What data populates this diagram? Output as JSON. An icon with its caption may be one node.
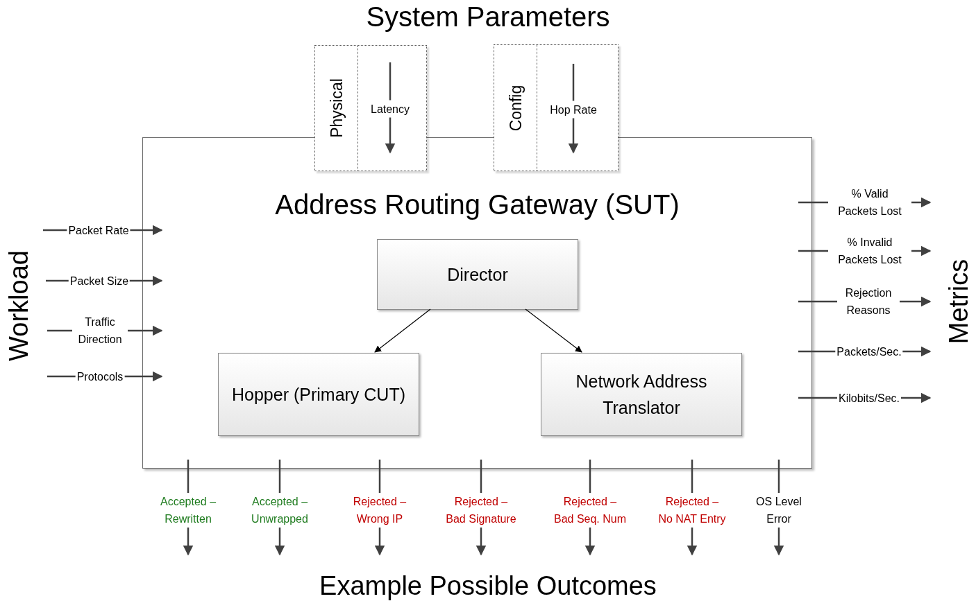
{
  "diagram": {
    "title": "System Parameters",
    "nodes": [
      {
        "text": [
          "Address Routing Gateway (SUT)"
        ]
      },
      {
        "text": [
          "Director"
        ],
        "in": 0
      },
      {
        "text": [
          "Hopper (Primary CUT)"
        ],
        "in": 0
      },
      {
        "text": [
          "Network Address Translator"
        ],
        "in": 0
      },
      {
        "text": [
          "Physical"
        ]
      },
      {
        "text": [
          "Config"
        ]
      }
    ],
    "edges": [
      {
        "from": 1,
        "to": 2,
        "arrow": "to",
        "color": "#000000"
      },
      {
        "from": 1,
        "to": 3,
        "arrow": "to",
        "color": "#000000"
      },
      {
        "from": 4,
        "to": 0,
        "arrow": "to",
        "label": "Latency"
      },
      {
        "from": 5,
        "to": 0,
        "arrow": "to",
        "label": "Hop Rate"
      },
      {
        "from": null,
        "to": 0,
        "arrow": "to",
        "label": "Packet Rate"
      },
      {
        "from": null,
        "to": 0,
        "arrow": "to",
        "label": "Packet Size"
      },
      {
        "from": null,
        "to": 0,
        "arrow": "to",
        "label": "Traffic Direction"
      },
      {
        "from": null,
        "to": 0,
        "arrow": "to",
        "label": "Protocols"
      },
      {
        "from": 0,
        "to": null,
        "arrow": "to",
        "label": "% Valid Packets Lost"
      },
      {
        "from": 0,
        "to": null,
        "arrow": "to",
        "label": "% Invalid Packets Lost"
      },
      {
        "from": 0,
        "to": null,
        "arrow": "to",
        "label": "Rejection Reasons"
      },
      {
        "from": 0,
        "to": null,
        "arrow": "to",
        "label": "Packets/Sec."
      },
      {
        "from": 0,
        "to": null,
        "arrow": "to",
        "label": "Kilobits/Sec."
      },
      {
        "from": 0,
        "to": null,
        "arrow": "to",
        "label": "Accepted – Rewritten"
      },
      {
        "from": 0,
        "to": null,
        "arrow": "to",
        "label": "Accepted – Unwrapped"
      },
      {
        "from": 0,
        "to": null,
        "arrow": "to",
        "label": "Rejected – Wrong IP"
      },
      {
        "from": 0,
        "to": null,
        "arrow": "to",
        "label": "Rejected – Bad Signature"
      },
      {
        "from": 0,
        "to": null,
        "arrow": "to",
        "label": "Rejected – Bad Seq. Num"
      },
      {
        "from": 0,
        "to": null,
        "arrow": "to",
        "label": "Rejected – No NAT Entry"
      },
      {
        "from": 0,
        "to": null,
        "arrow": "to",
        "label": "OS Level Error"
      }
    ],
    "labels": [
      "Workload",
      "Metrics",
      "Example Possible Outcomes"
    ]
  }
}
